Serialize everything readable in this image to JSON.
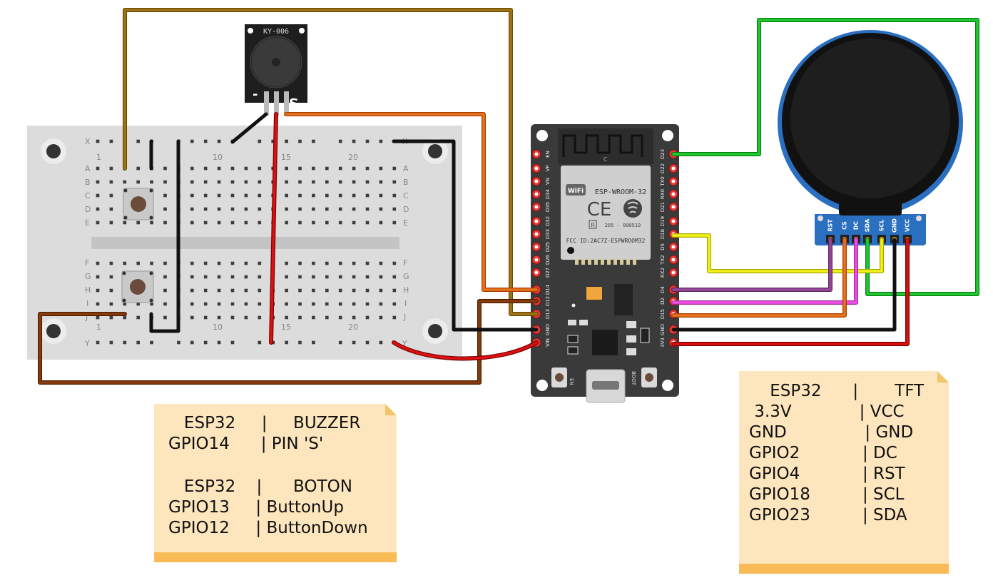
{
  "breadboard": {
    "rows_top": [
      "A",
      "B",
      "C",
      "D",
      "E"
    ],
    "rows_bottom": [
      "F",
      "G",
      "H",
      "I",
      "J"
    ],
    "rail_top_label": "X",
    "rail_bottom_label": "Y",
    "col_numbers_top": [
      "1",
      "10",
      "15",
      "20"
    ],
    "col_numbers_bottom": [
      "1",
      "10",
      "15",
      "20"
    ]
  },
  "buzzer": {
    "model": "KY-006",
    "pin_minus": "-",
    "pin_signal": "S"
  },
  "esp32": {
    "module_name": "ESP-WROOM-32",
    "fcc_id": "FCC ID:2AC7Z-ESPWROOM32",
    "cert_code": "205 - 000519",
    "r_mark": "R",
    "wifi_badge": "WiFi",
    "ce_mark": "CE",
    "antenna_letter": "C",
    "en_label": "EN",
    "boot_label": "BOOT",
    "left_pins": [
      "EN",
      "VP",
      "VN",
      "D34",
      "D35",
      "D32",
      "D33",
      "D25",
      "D26",
      "D27",
      "D14",
      "D12",
      "D13",
      "GND",
      "VIN"
    ],
    "right_pins": [
      "D23",
      "D22",
      "TX0",
      "RX0",
      "D21",
      "D19",
      "D18",
      "D5",
      "TX2",
      "RX2",
      "D4",
      "D2",
      "D15",
      "GND",
      "3V3"
    ]
  },
  "tft": {
    "pins": [
      "RST",
      "CS",
      "DC",
      "SDA",
      "SCL",
      "GND",
      "VCC"
    ]
  },
  "colors": {
    "brown": "#8B5A00",
    "dark_brown": "#7a3a10",
    "orange": "#e0661a",
    "red": "#cc1111",
    "black": "#111111",
    "green": "#11bb22",
    "yellow": "#eeee11",
    "purple": "#8a3f8a",
    "magenta": "#ee44dd",
    "note_bg": "#fde6bd",
    "note_bar": "#f8bb55",
    "board_pcb": "#3a3a3a",
    "tft_pcb": "#2a6fc0"
  },
  "notes": {
    "left": [
      "   ESP32     |     BUZZER",
      "GPIO14      | PIN 'S'",
      "",
      "   ESP32    |      BOTON",
      "GPIO13     | ButtonUp",
      "GPIO12     | ButtonDown"
    ],
    "right": [
      "    ESP32      |       TFT",
      " 3.3V             | VCC",
      "GND               | GND",
      "GPIO2            | DC",
      "GPIO4            | RST",
      "GPIO18          | SCL",
      "GPIO23          | SDA"
    ]
  }
}
